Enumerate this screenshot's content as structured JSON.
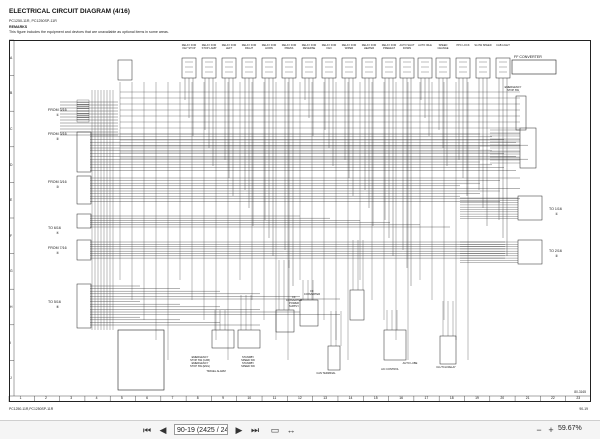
{
  "document": {
    "title": "ELECTRICAL CIRCUIT DIAGRAM (4/16)",
    "model": "PC1250-11R, PC1250SP-11R",
    "remarks_label": "REMARKS",
    "remarks_text": "This figure includes the equipment and devices that are unavailable as optional items in some areas.",
    "footer_left": "PC1250-11R,PC1250SP-11R",
    "footer_right": "90-19",
    "ref_code": "80-3165"
  },
  "diagram": {
    "from_labels": [
      {
        "text": "FROM 3/16",
        "num": "①"
      },
      {
        "text": "FROM 3/16",
        "num": "②"
      },
      {
        "text": "FROM 3/16",
        "num": "③"
      },
      {
        "text": "TO 6/16",
        "num": "④"
      },
      {
        "text": "FROM 7/16",
        "num": "⑤"
      },
      {
        "text": "TO 5/16",
        "num": "⑥"
      }
    ],
    "to_labels": [
      {
        "text": "TO 1/16",
        "num": "①"
      },
      {
        "text": "TO 2/16",
        "num": "②"
      }
    ],
    "relay_top_labels": [
      "RELAY FOR KEY STOP",
      "RELAY FOR STOP LAMP",
      "RELAY FOR LEFT",
      "RELAY FOR RIGHT",
      "RELAY FOR HORN",
      "RELAY FOR PRESS",
      "RELAY FOR REVERSE",
      "RELAY FOR FAN",
      "RELAY FOR WIPER",
      "RELAY FOR HEATER",
      "RELAY FOR PREHEAT",
      "AUTO SHUT DOWN",
      "AUTO IDLE",
      "SPEED CHANGE",
      "PPC LOCK",
      "SLOW SPEED",
      "CAB LIGHT"
    ],
    "right_box_label": "FF CONVERTER",
    "right_small_label": "EMERGENCY STOP SW",
    "bottom_labels": [
      "EMERGENCY STOP SW (CAB)",
      "EMERGENCY STOP SW (ENG)",
      "TRAVEL ALARM",
      "STANDBY SPEED SW",
      "STANDBY SPEED SW",
      "FF CONVERTER POWER SUPPLY",
      "FF CONVERTER",
      "CAN TERMINAL",
      "A/C CONTROL",
      "AUTO LUBE",
      "CLUTCH RELAY"
    ],
    "column_numbers": [
      "1",
      "2",
      "3",
      "4",
      "5",
      "6",
      "7",
      "8",
      "9",
      "10",
      "11",
      "12",
      "13",
      "14",
      "15",
      "16",
      "17",
      "18",
      "19",
      "20",
      "21",
      "22",
      "23"
    ],
    "row_letters": [
      "A",
      "B",
      "C",
      "D",
      "E",
      "F",
      "G",
      "H",
      "I",
      "J"
    ]
  },
  "toolbar": {
    "page_field": "90-19 (2425 / 24",
    "zoom": "59.67%"
  },
  "colors": {
    "wire": "#222222",
    "toolbar_bg": "#f5f5f5"
  }
}
